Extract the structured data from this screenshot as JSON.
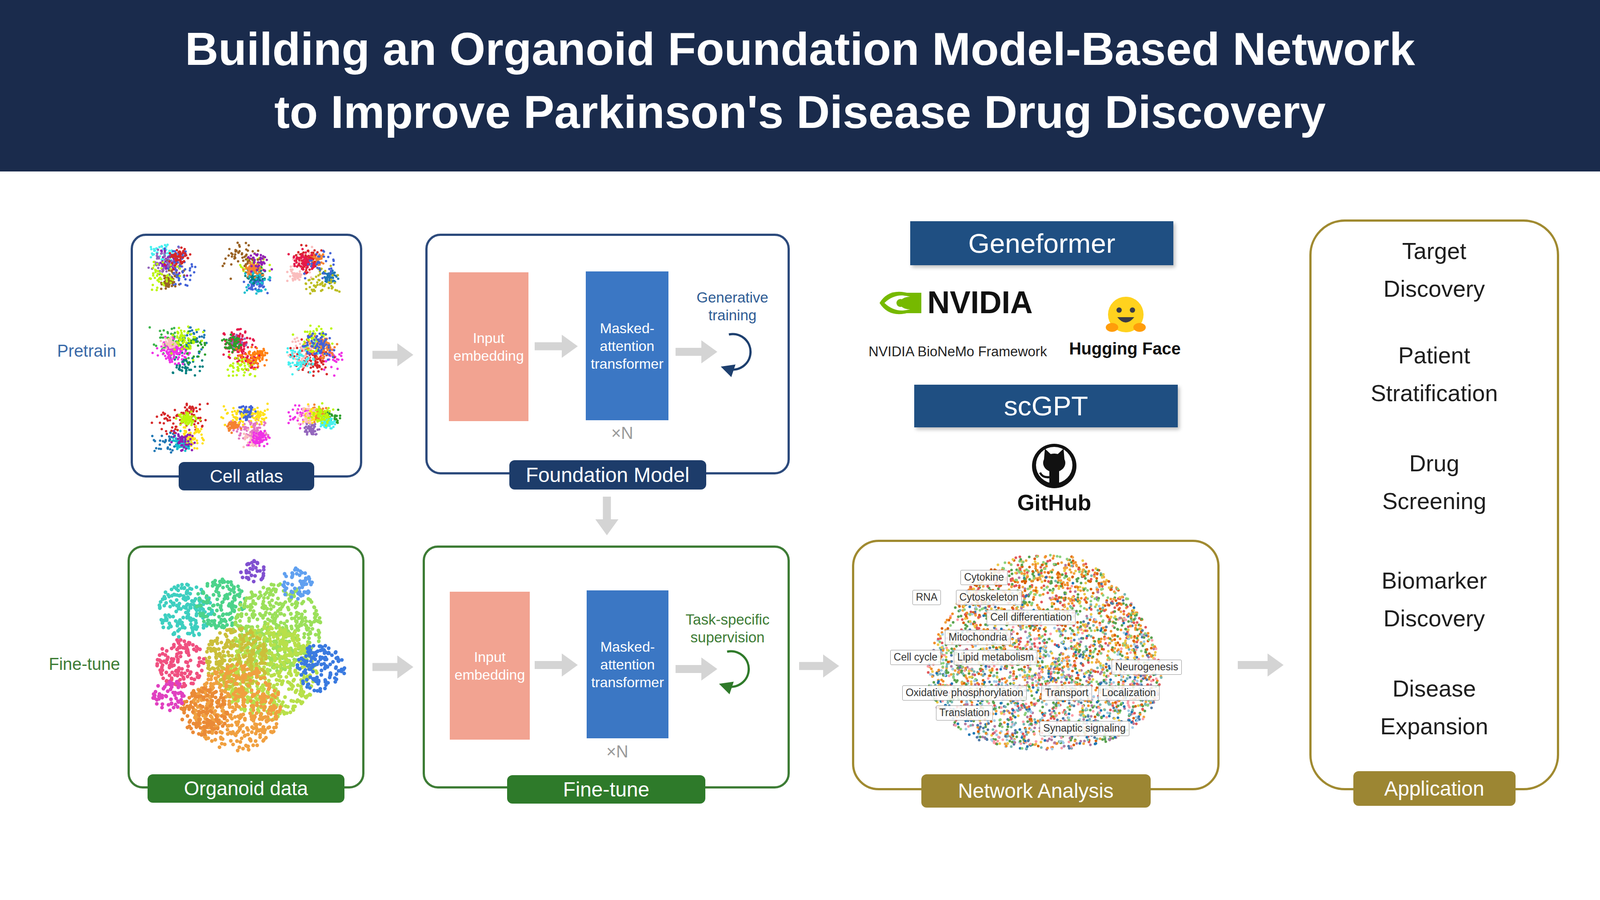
{
  "diagram": {
    "title": "Building an Organoid Foundation Model-Based Network to Improve Parkinson's Disease Drug Discovery",
    "nodes": [
      {
        "text": [
          "Cell atlas"
        ]
      },
      {
        "text": [
          "Foundation Model"
        ]
      },
      {
        "text": [
          "Input embedding"
        ],
        "in": 1
      },
      {
        "text": [
          "Masked-attention transformer"
        ],
        "in": 1
      },
      {
        "text": [
          "Geneformer"
        ]
      },
      {
        "text": [
          "scGPT"
        ]
      },
      {
        "text": [
          "Target Discovery",
          "Patient Stratification",
          "Drug Screening",
          "Biomarker Discovery",
          "Disease Expansion",
          "Application"
        ]
      },
      {
        "text": [
          "Organoid data"
        ]
      },
      {
        "text": [
          "Fine-tune"
        ]
      },
      {
        "text": [
          "Input embedding"
        ],
        "in": 8
      },
      {
        "text": [
          "Masked-attention transformer"
        ],
        "in": 8
      },
      {
        "text": [
          "Network Analysis"
        ]
      },
      {
        "text": [
          "Cytokine"
        ],
        "in": 11
      },
      {
        "text": [
          "RNA"
        ],
        "in": 11
      },
      {
        "text": [
          "Cytoskeleton"
        ],
        "in": 11
      },
      {
        "text": [
          "Cell differentiation"
        ],
        "in": 11
      },
      {
        "text": [
          "Mitochondria"
        ],
        "in": 11
      },
      {
        "text": [
          "Cell cycle"
        ],
        "in": 11
      },
      {
        "text": [
          "Lipid metabolism"
        ],
        "in": 11
      },
      {
        "text": [
          "Neurogenesis"
        ],
        "in": 11
      },
      {
        "text": [
          "Oxidative phosphorylation"
        ],
        "in": 11
      },
      {
        "text": [
          "Transport"
        ],
        "in": 11
      },
      {
        "text": [
          "Localization"
        ],
        "in": 11
      },
      {
        "text": [
          "Translation"
        ],
        "in": 11
      },
      {
        "text": [
          "Synaptic signaling"
        ],
        "in": 11
      }
    ],
    "edges": [
      {
        "from": 0,
        "to": 1,
        "arrow": "to"
      },
      {
        "from": 2,
        "to": 3,
        "arrow": "to"
      },
      {
        "from": 1,
        "to": 8,
        "arrow": "to"
      },
      {
        "from": 7,
        "to": 8,
        "arrow": "to"
      },
      {
        "from": 9,
        "to": 10,
        "arrow": "to"
      },
      {
        "from": 8,
        "to": 11,
        "arrow": "to"
      },
      {
        "from": 11,
        "to": 6,
        "arrow": "to"
      }
    ],
    "labels": [
      "Pretrain",
      "Fine-tune",
      "Generative training",
      "×N",
      "Task-specific supervision",
      "×N",
      "NVIDIA",
      "NVIDIA BioNeMo Framework",
      "Hugging Face",
      "GitHub"
    ]
  }
}
